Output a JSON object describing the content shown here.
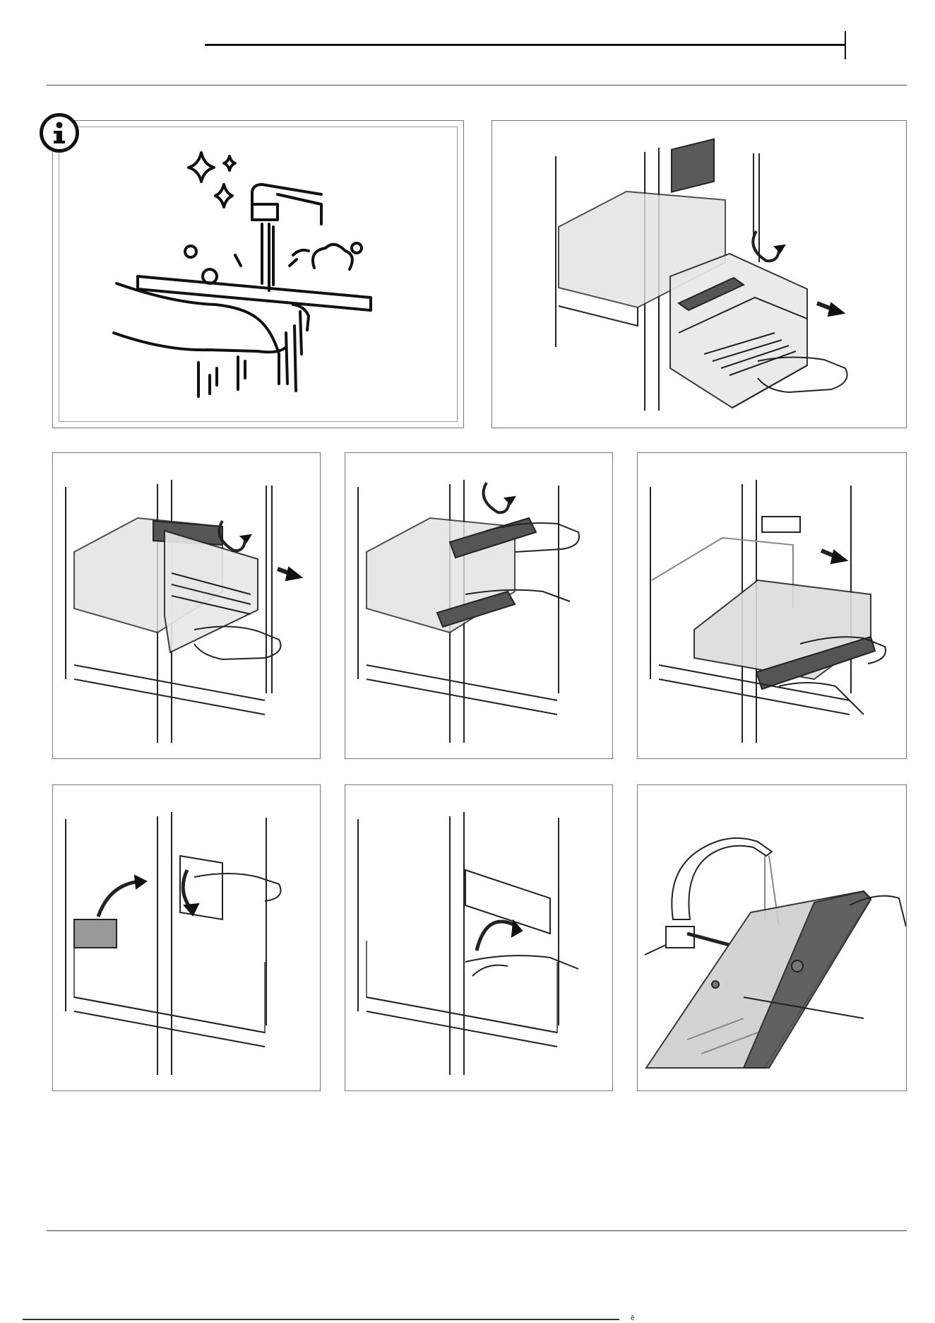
{
  "page": {
    "header_mark": "",
    "footer_mark": "ĕ"
  },
  "icons": {
    "info": "info-icon",
    "rotate_arrow": "rotate-arrow-icon",
    "pull_arrow": "pull-arrow-icon",
    "sparkle": "sparkle-icon"
  },
  "colors": {
    "frame": "#777777",
    "dark_part": "#555555",
    "glass": "#d0d0d0",
    "ink": "#111111"
  },
  "steps": [
    {
      "id": "hygiene-note",
      "illustration": "washing-shelf-under-tap"
    },
    {
      "id": "step-1",
      "illustration": "pull-out-lower-drawer"
    },
    {
      "id": "step-2",
      "illustration": "pull-out-upper-drawer"
    },
    {
      "id": "step-3",
      "illustration": "lift-drawer-cover"
    },
    {
      "id": "step-4",
      "illustration": "slide-out-glass-shelf"
    },
    {
      "id": "step-5",
      "illustration": "remove-side-rail"
    },
    {
      "id": "step-6",
      "illustration": "unclip-humidity-control"
    },
    {
      "id": "step-7",
      "illustration": "rinse-cover-under-tap"
    }
  ]
}
